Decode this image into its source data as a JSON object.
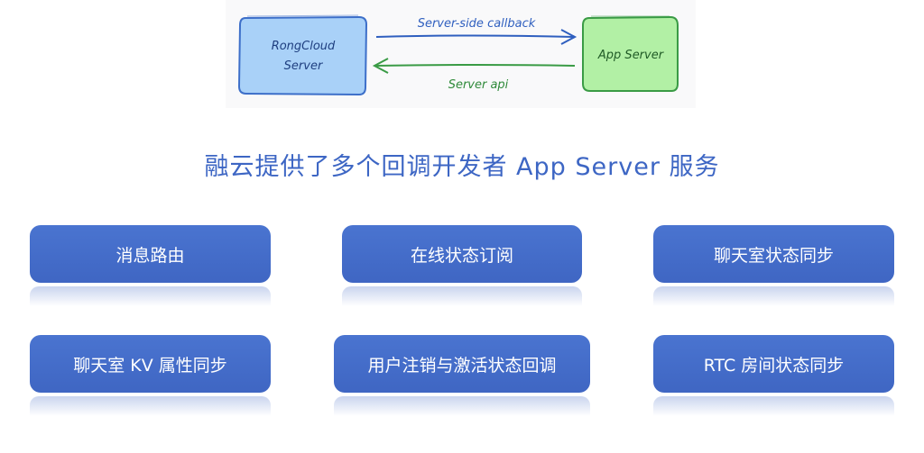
{
  "diagram": {
    "left_box_line1": "RongCloud",
    "left_box_line2": "Server",
    "right_box": "App Server",
    "top_arrow_label": "Server-side callback",
    "bottom_arrow_label": "Server api"
  },
  "headline": "融云提供了多个回调开发者 App Server 服务",
  "services": [
    "消息路由",
    "在线状态订阅",
    "聊天室状态同步",
    "聊天室 KV 属性同步",
    "用户注销与激活状态回调",
    "RTC 房间状态同步"
  ],
  "colors": {
    "accent": "#3f66c3",
    "headline": "#3d66c4",
    "left_box_fill": "#a9d1f8",
    "left_box_stroke": "#3d6fc9",
    "right_box_fill": "#b2f0a5",
    "right_box_stroke": "#3a9b45"
  }
}
